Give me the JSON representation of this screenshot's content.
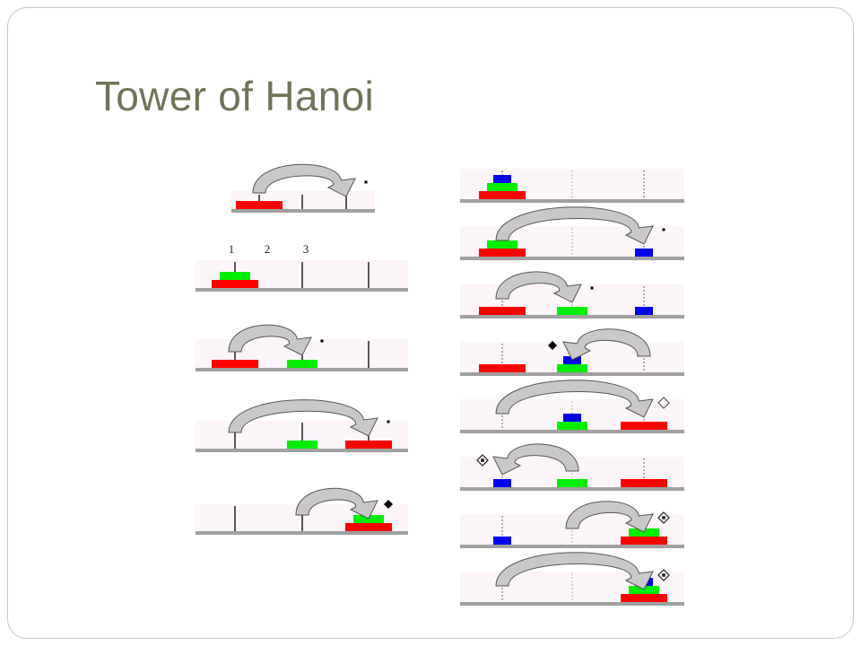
{
  "slide": {
    "title": "Tower of Hanoi"
  },
  "peg_labels": [
    "1",
    "2",
    "3"
  ],
  "colors": {
    "large_disk": "#ff0000",
    "medium_disk": "#00ee00",
    "small_disk": "#0000ee",
    "board_fill": "#fbf4f8",
    "base_line": "#a0a0a0",
    "arrow_fill": "#c8c8c8",
    "title_color": "#6f7458"
  },
  "diagram": {
    "left_column": [
      {
        "pegs": [
          [
            "R"
          ],
          [],
          []
        ],
        "arrow": {
          "from": 0,
          "to": 2
        },
        "marker": "small-dot"
      },
      {
        "pegs": [
          [
            "R",
            "G"
          ],
          [],
          []
        ],
        "labels": true
      },
      {
        "pegs": [
          [
            "R"
          ],
          [
            "G"
          ],
          []
        ],
        "arrow": {
          "from": 0,
          "to": 1
        },
        "marker": "small-dot"
      },
      {
        "pegs": [
          [],
          [
            "G"
          ],
          [
            "R"
          ]
        ],
        "arrow": {
          "from": 0,
          "to": 2
        },
        "marker": "small-dot"
      },
      {
        "pegs": [
          [],
          [],
          [
            "R",
            "G"
          ]
        ],
        "arrow": {
          "from": 1,
          "to": 2
        },
        "marker": "filled-diamond"
      }
    ],
    "right_column": [
      {
        "pegs": [
          [
            "R",
            "G",
            "B"
          ],
          [],
          []
        ]
      },
      {
        "pegs": [
          [
            "R",
            "G"
          ],
          [],
          [
            "B"
          ]
        ],
        "arrow": {
          "from": 0,
          "to": 2
        },
        "marker": "small-dot"
      },
      {
        "pegs": [
          [
            "R"
          ],
          [
            "G"
          ],
          [
            "B"
          ]
        ],
        "arrow": {
          "from": 0,
          "to": 1
        },
        "marker": "small-dot"
      },
      {
        "pegs": [
          [
            "R"
          ],
          [
            "G",
            "B"
          ],
          []
        ],
        "arrow": {
          "from": 2,
          "to": 1
        },
        "marker": "filled-diamond"
      },
      {
        "pegs": [
          [],
          [
            "G",
            "B"
          ],
          [
            "R"
          ]
        ],
        "arrow": {
          "from": 0,
          "to": 2
        },
        "marker": "hollow-diamond"
      },
      {
        "pegs": [
          [
            "B"
          ],
          [
            "G"
          ],
          [
            "R"
          ]
        ],
        "arrow": {
          "from": 1,
          "to": 0
        },
        "marker": "dot-diamond"
      },
      {
        "pegs": [
          [
            "B"
          ],
          [],
          [
            "R",
            "G"
          ]
        ],
        "arrow": {
          "from": 1,
          "to": 2
        },
        "marker": "dot-diamond"
      },
      {
        "pegs": [
          [],
          [],
          [
            "R",
            "G",
            "B"
          ]
        ],
        "arrow": {
          "from": 0,
          "to": 2
        },
        "marker": "dot-diamond"
      }
    ]
  }
}
